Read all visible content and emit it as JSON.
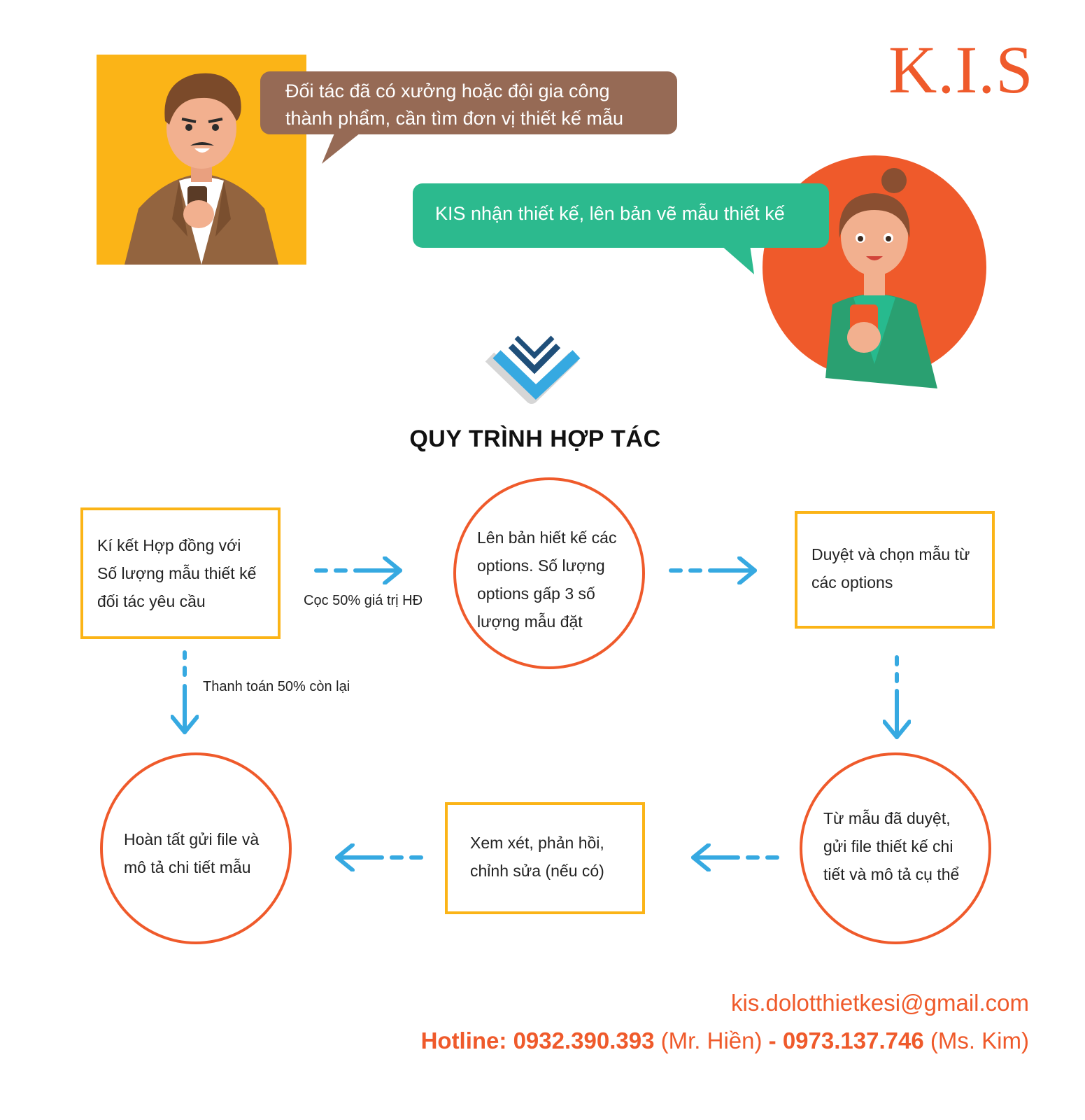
{
  "logo": "K.I.S",
  "speech": {
    "partner": [
      "Đối tác đã có xưởng hoặc đội gia công",
      "thành phẩm, cần tìm đơn vị thiết kế mẫu"
    ],
    "kis": "KIS nhận thiết kế, lên bản vẽ mẫu thiết kế"
  },
  "title": "QUY TRÌNH HỢP TÁC",
  "steps": {
    "step1": [
      "Kí kết Hợp đồng với",
      "Số lượng mẫu thiết kế",
      "đối tác yêu cầu"
    ],
    "step2": [
      "Lên bản hiết kế các",
      "options. Số lượng",
      "options gấp 3 số",
      "lượng mẫu đặt"
    ],
    "step3": [
      "Duyệt và chọn mẫu từ",
      "các options"
    ],
    "step4": [
      "Từ mẫu đã duyệt,",
      "gửi file thiết kế chi",
      "tiết và mô tả cụ thể"
    ],
    "step5": [
      "Xem xét, phản hồi,",
      "chỉnh sửa (nếu có)"
    ],
    "step6": [
      "Hoàn tất gửi file và",
      "mô tả chi tiết mẫu"
    ]
  },
  "notes": {
    "deposit": "Cọc 50% giá trị HĐ",
    "payment": "Thanh toán 50% còn lại"
  },
  "contact": {
    "email": "kis.dolotthietkesi@gmail.com",
    "hotline_label": "Hotline:",
    "phone1": "0932.390.393",
    "name1": "(Mr. Hiền)",
    "separator": "-",
    "phone2": "0973.137.746",
    "name2": "(Ms. Kim)"
  },
  "colors": {
    "orange": "#ef5a2b",
    "yellow": "#fbb417",
    "green": "#2cba8e",
    "brown": "#966a55",
    "arrow_blue": "#36a9e1"
  }
}
